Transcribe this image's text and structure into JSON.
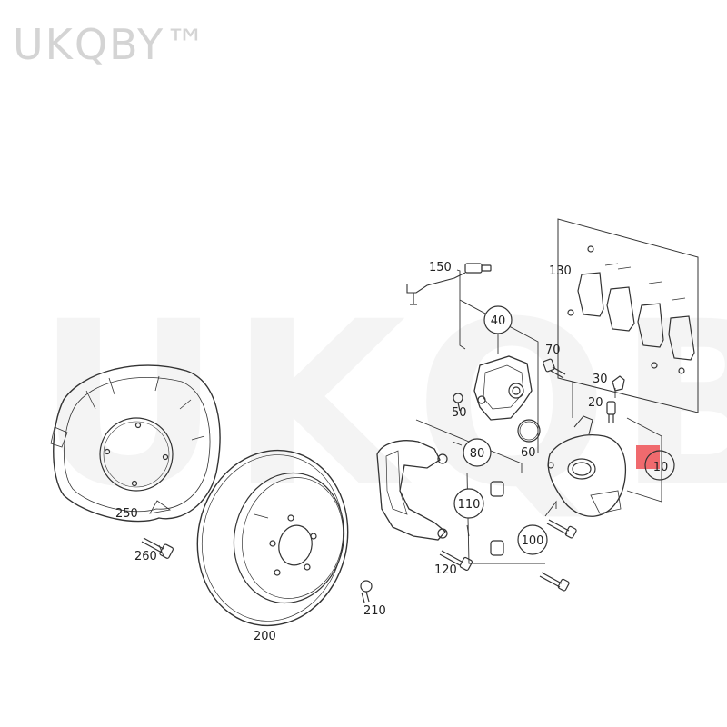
{
  "watermark": {
    "corner_text": "UKQBY™",
    "background_text": "UKQBY™"
  },
  "colors": {
    "highlight": "#f06a6e",
    "line": "#333333"
  },
  "callouts": {
    "c10": "10",
    "c20": "20",
    "c30": "30",
    "c40": "40",
    "c50": "50",
    "c60": "60",
    "c70": "70",
    "c80": "80",
    "c100": "100",
    "c110": "110",
    "c120": "120",
    "c130": "130",
    "c150": "150",
    "c200": "200",
    "c210": "210",
    "c250": "250",
    "c260": "260"
  }
}
